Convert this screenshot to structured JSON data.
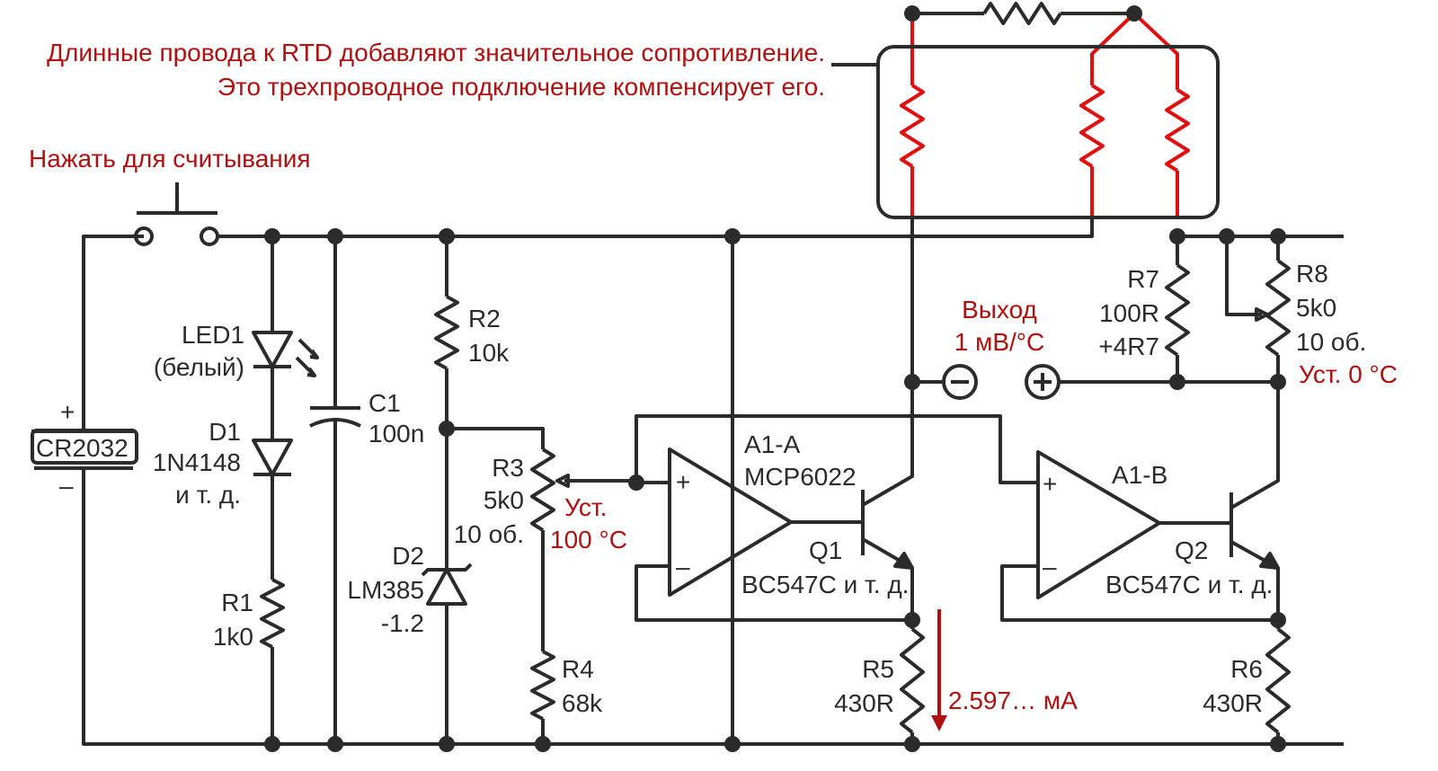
{
  "annotations": {
    "rtd_note_line1": "Длинные провода к RTD добавляют значительное сопротивление.",
    "rtd_note_line2": "Это трехпроводное подключение компенсирует его.",
    "push_to_read": "Нажать для считывания",
    "output_label": "Выход",
    "output_scale": "1 мВ/°C",
    "set_100": "Уст.",
    "set_100_value": "100 °C",
    "set_0": "Уст. 0 °C",
    "current": "2.597… мА"
  },
  "components": {
    "battery": {
      "name": "CR2032",
      "plus": "+",
      "minus": "–"
    },
    "led1": {
      "name": "LED1",
      "note": "(белый)"
    },
    "d1": {
      "name": "D1",
      "part": "1N4148",
      "note": "и т. д."
    },
    "r1": {
      "name": "R1",
      "value": "1k0"
    },
    "c1": {
      "name": "C1",
      "value": "100n"
    },
    "r2": {
      "name": "R2",
      "value": "10k"
    },
    "d2": {
      "name": "D2",
      "part": "LM385",
      "value": "-1.2"
    },
    "r3": {
      "name": "R3",
      "value": "5k0",
      "turns": "10 об."
    },
    "r4": {
      "name": "R4",
      "value": "68k"
    },
    "a1a": {
      "name": "A1-A",
      "part": "MCP6022",
      "plus": "+",
      "minus": "–"
    },
    "q1": {
      "name": "Q1",
      "part": "BC547C и т. д."
    },
    "r5": {
      "name": "R5",
      "value": "430R"
    },
    "a1b": {
      "name": "A1-B",
      "plus": "+",
      "minus": "–"
    },
    "q2": {
      "name": "Q2",
      "part": "BC547C и т. д."
    },
    "r6": {
      "name": "R6",
      "value": "430R"
    },
    "r7": {
      "name": "R7",
      "value": "100R",
      "extra": "+4R7"
    },
    "r8": {
      "name": "R8",
      "value": "5k0",
      "turns": "10 об."
    }
  },
  "colors": {
    "wire": "#2b2b2b",
    "rtd_wire": "#e01010",
    "annotation": "#b01010"
  }
}
